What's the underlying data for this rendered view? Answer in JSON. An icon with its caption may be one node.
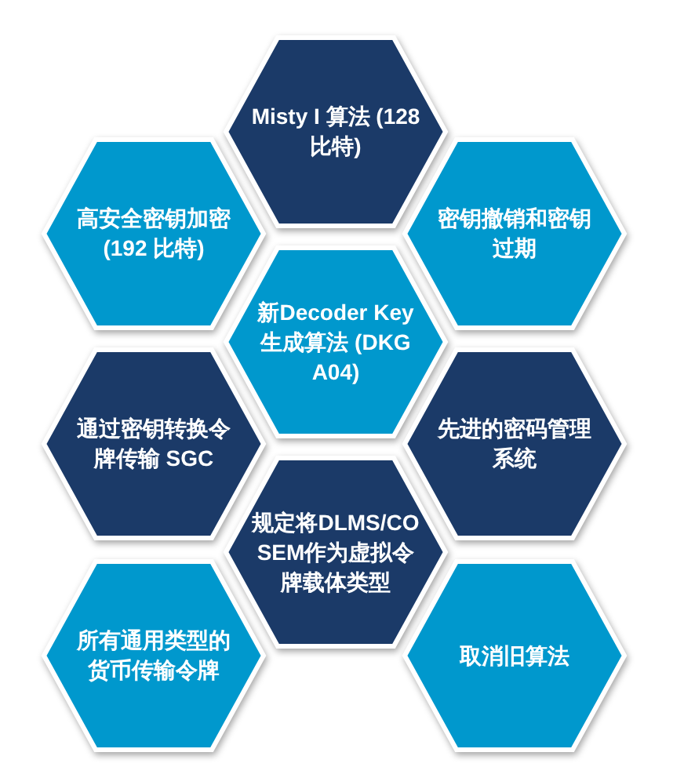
{
  "diagram": {
    "nodes": [
      {
        "text": [
          "Misty I 算法 (128 比特)"
        ]
      },
      {
        "text": [
          "高安全密钥加密 (192 比特)"
        ]
      },
      {
        "text": [
          "密钥撤销和密钥过期"
        ]
      },
      {
        "text": [
          "新Decoder Key 生成算法 (DKG A04)"
        ]
      },
      {
        "text": [
          "通过密钥转换令牌传输 SGC"
        ]
      },
      {
        "text": [
          "先进的密码管理系统"
        ]
      },
      {
        "text": [
          "规定将DLMS/COSEM作为虚拟令牌载体类型"
        ]
      },
      {
        "text": [
          "所有通用类型的货币传输令牌"
        ]
      },
      {
        "text": [
          "取消旧算法"
        ]
      }
    ]
  }
}
